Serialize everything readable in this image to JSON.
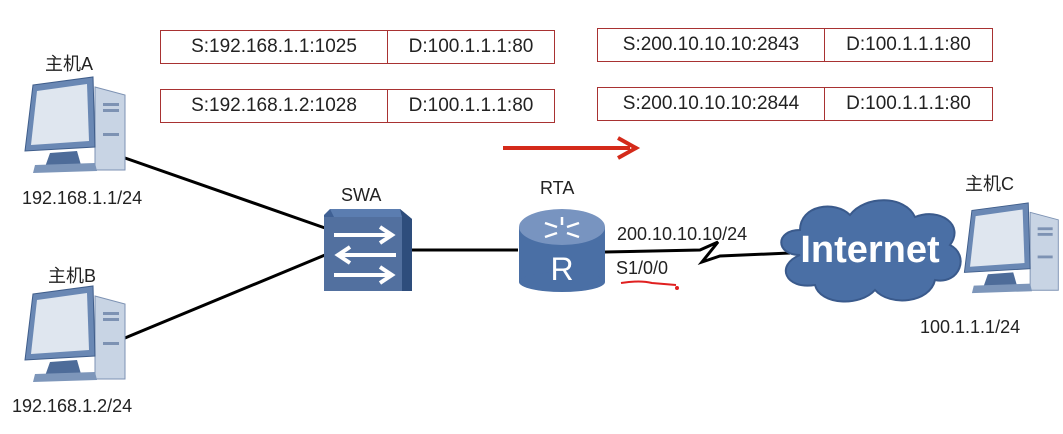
{
  "packets_inside": [
    {
      "src": "S:192.168.1.1:1025",
      "dst": "D:100.1.1.1:80"
    },
    {
      "src": "S:192.168.1.2:1028",
      "dst": "D:100.1.1.1:80"
    }
  ],
  "packets_outside": [
    {
      "src": "S:200.10.10.10:2843",
      "dst": "D:100.1.1.1:80"
    },
    {
      "src": "S:200.10.10.10:2844",
      "dst": "D:100.1.1.1:80"
    }
  ],
  "hosts": {
    "a": {
      "name": "主机A",
      "ip": "192.168.1.1/24"
    },
    "b": {
      "name": "主机B",
      "ip": "192.168.1.2/24"
    },
    "c": {
      "name": "主机C",
      "ip": "100.1.1.1/24"
    }
  },
  "switch": {
    "name": "SWA",
    "icon": "switch-icon"
  },
  "router": {
    "name": "RTA",
    "glyph": "R",
    "interface": "S1/0/0",
    "wan_ip": "200.10.10.10/24"
  },
  "cloud": {
    "label": "Internet"
  },
  "flow_arrow": {
    "direction": "right",
    "color": "#d42a1a"
  },
  "colors": {
    "border": "#a83232",
    "device_blue": "#4a6fa5",
    "annotation_red": "#e02020"
  }
}
